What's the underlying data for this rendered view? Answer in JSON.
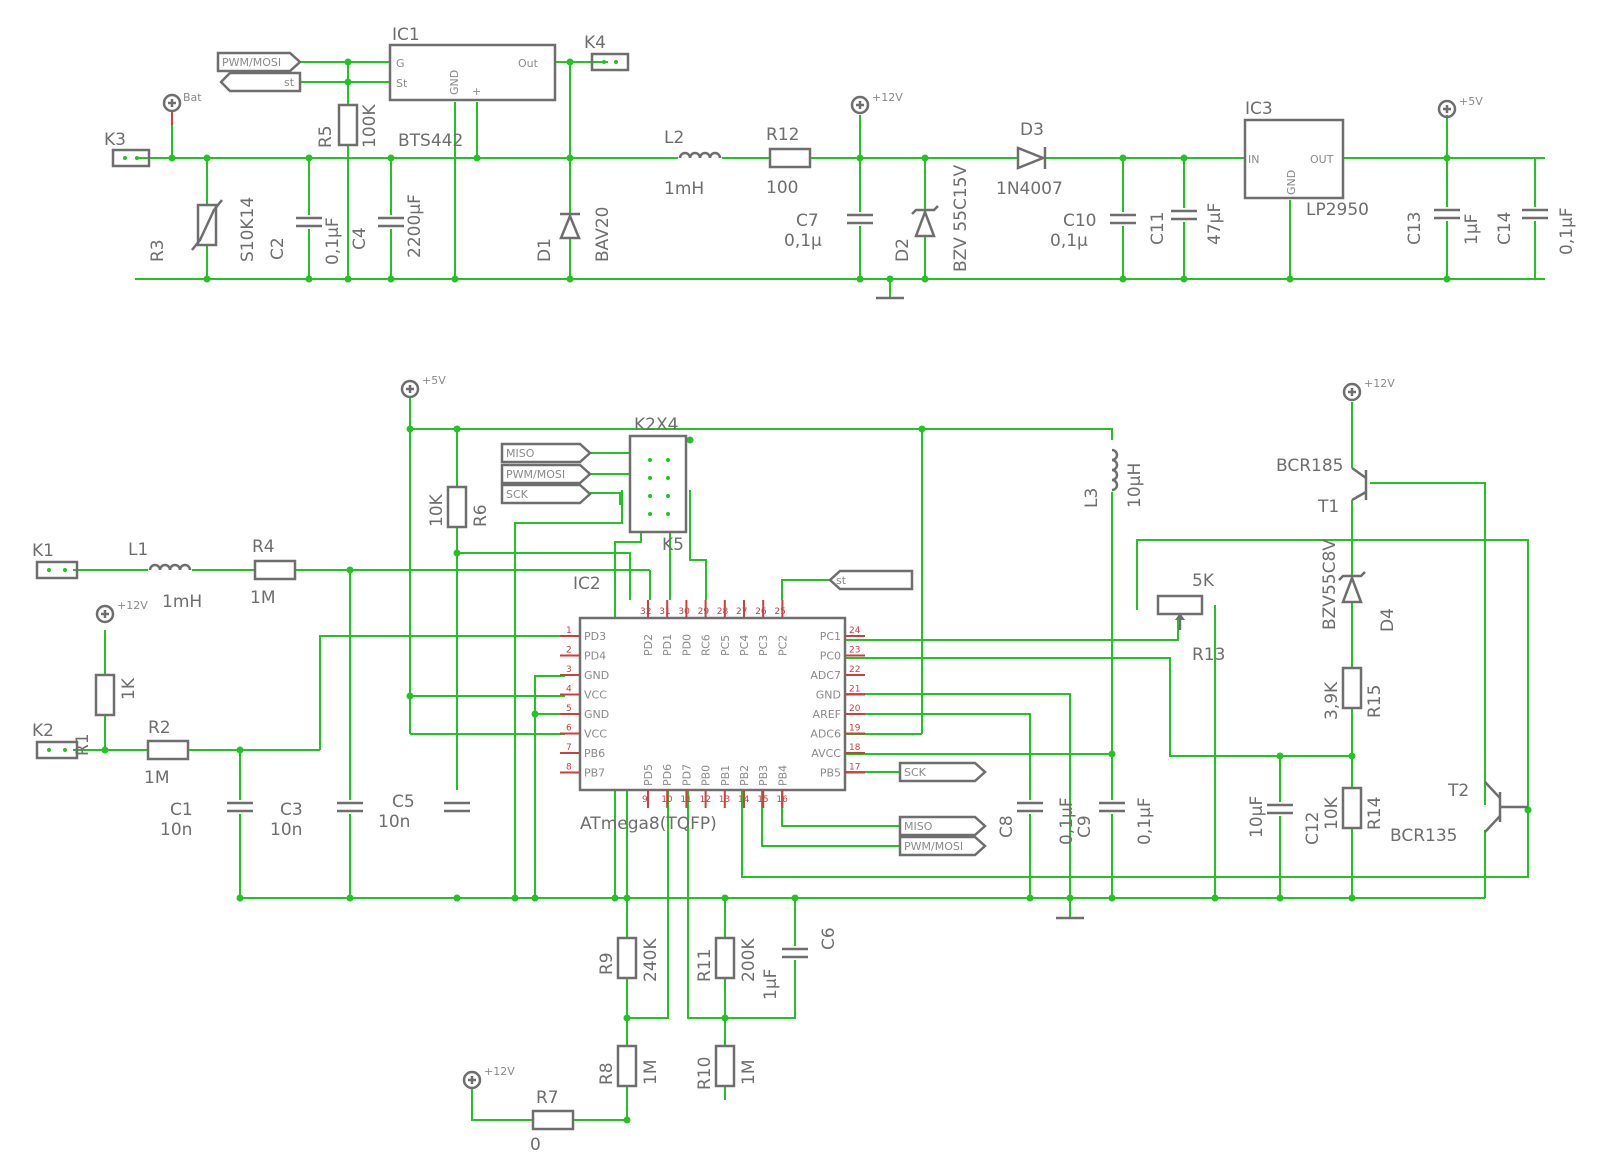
{
  "power": {
    "bat": "Bat",
    "v12": "+12V",
    "v5": "+5V"
  },
  "upper": {
    "ic1": {
      "name": "IC1",
      "part": "BTS442",
      "pin_g": "G",
      "pin_st": "St",
      "pin_out": "Out",
      "pin_gnd": "GND",
      "pin_plus": "+"
    },
    "nets": {
      "pwm_mosi": "PWM/MOSI",
      "st": "st"
    },
    "k3": "K3",
    "k4": "K4",
    "r3": {
      "name": "R3",
      "value": "S10K14"
    },
    "c2": {
      "name": "C2",
      "value": "0,1µF"
    },
    "r5": {
      "name": "R5",
      "value": "100K"
    },
    "c4": {
      "name": "C4",
      "value": "2200µF"
    },
    "d1": {
      "name": "D1",
      "value": "BAV20"
    },
    "l2": {
      "name": "L2",
      "value": "1mH"
    },
    "r12": {
      "name": "R12",
      "value": "100"
    },
    "c7": {
      "name": "C7",
      "value": "0,1µ"
    },
    "d2": {
      "name": "D2",
      "value": "BZV 55C15V"
    },
    "d3": {
      "name": "D3",
      "value": "1N4007"
    },
    "c10": {
      "name": "C10",
      "value": "0,1µ"
    },
    "c11": {
      "name": "C11",
      "value": "47µF"
    },
    "ic3": {
      "name": "IC3",
      "part": "LP2950",
      "pin_in": "IN",
      "pin_out": "OUT",
      "pin_gnd": "GND"
    },
    "c13": {
      "name": "C13",
      "value": "1µF"
    },
    "c14": {
      "name": "C14",
      "value": "0,1µF"
    }
  },
  "lower": {
    "k1": "K1",
    "k2": "K2",
    "l1": {
      "name": "L1",
      "value": "1mH"
    },
    "r4": {
      "name": "R4",
      "value": "1M"
    },
    "r1": {
      "name": "R1",
      "value": "1K"
    },
    "r2": {
      "name": "R2",
      "value": "1M"
    },
    "c1": {
      "name": "C1",
      "value": "10n"
    },
    "c3": {
      "name": "C3",
      "value": "10n"
    },
    "c5": {
      "name": "C5",
      "value": "10n"
    },
    "r6": {
      "name": "R6",
      "value": "10K"
    },
    "k2x4": {
      "name": "K2X4",
      "sub": "K5"
    },
    "nets": {
      "miso": "MISO",
      "pwm_mosi": "PWM/MOSI",
      "sck": "SCK",
      "st": "st"
    },
    "ic2": {
      "name": "IC2",
      "part": "ATmega8(TQFP)",
      "left_pins": [
        "PD3",
        "PD4",
        "GND",
        "VCC",
        "GND",
        "VCC",
        "PB6",
        "PB7"
      ],
      "left_nums": [
        "1",
        "2",
        "3",
        "4",
        "5",
        "6",
        "7",
        "8"
      ],
      "right_pins": [
        "PC1",
        "PC0",
        "ADC7",
        "GND",
        "AREF",
        "ADC6",
        "AVCC",
        "PB5"
      ],
      "right_nums": [
        "24",
        "23",
        "22",
        "21",
        "20",
        "19",
        "18",
        "17"
      ],
      "top_pins": [
        "PD2",
        "PD1",
        "PD0",
        "RC6",
        "PC5",
        "PC4",
        "PC3",
        "PC2"
      ],
      "top_nums": [
        "32",
        "31",
        "30",
        "29",
        "28",
        "27",
        "26",
        "25"
      ],
      "bot_pins": [
        "PD5",
        "PD6",
        "PD7",
        "PB0",
        "PB1",
        "PB2",
        "PB3",
        "PB4"
      ],
      "bot_nums": [
        "9",
        "10",
        "11",
        "12",
        "13",
        "14",
        "15",
        "16"
      ]
    },
    "c8": {
      "name": "C8",
      "value": "0,1µF"
    },
    "c9": {
      "name": "C9",
      "value": "0,1µF"
    },
    "l3": {
      "name": "L3",
      "value": "10µH"
    },
    "r13": {
      "name": "R13",
      "value": "5K"
    },
    "t1": {
      "name": "T1",
      "part": "BCR185"
    },
    "d4": {
      "name": "D4",
      "value": "BZV55C8V"
    },
    "r15": {
      "name": "R15",
      "value": "3,9K"
    },
    "c12": {
      "name": "C12",
      "value": "10µF"
    },
    "r14": {
      "name": "R14",
      "value": "10K"
    },
    "t2": {
      "name": "T2",
      "part": "BCR135"
    },
    "r9": {
      "name": "R9",
      "value": "240K"
    },
    "r11": {
      "name": "R11",
      "value": "200K"
    },
    "c6": {
      "name": "C6",
      "value": "1µF"
    },
    "r8": {
      "name": "R8",
      "value": "1M"
    },
    "r10": {
      "name": "R10",
      "value": "1M"
    },
    "r7": {
      "name": "R7",
      "value": "0"
    }
  }
}
